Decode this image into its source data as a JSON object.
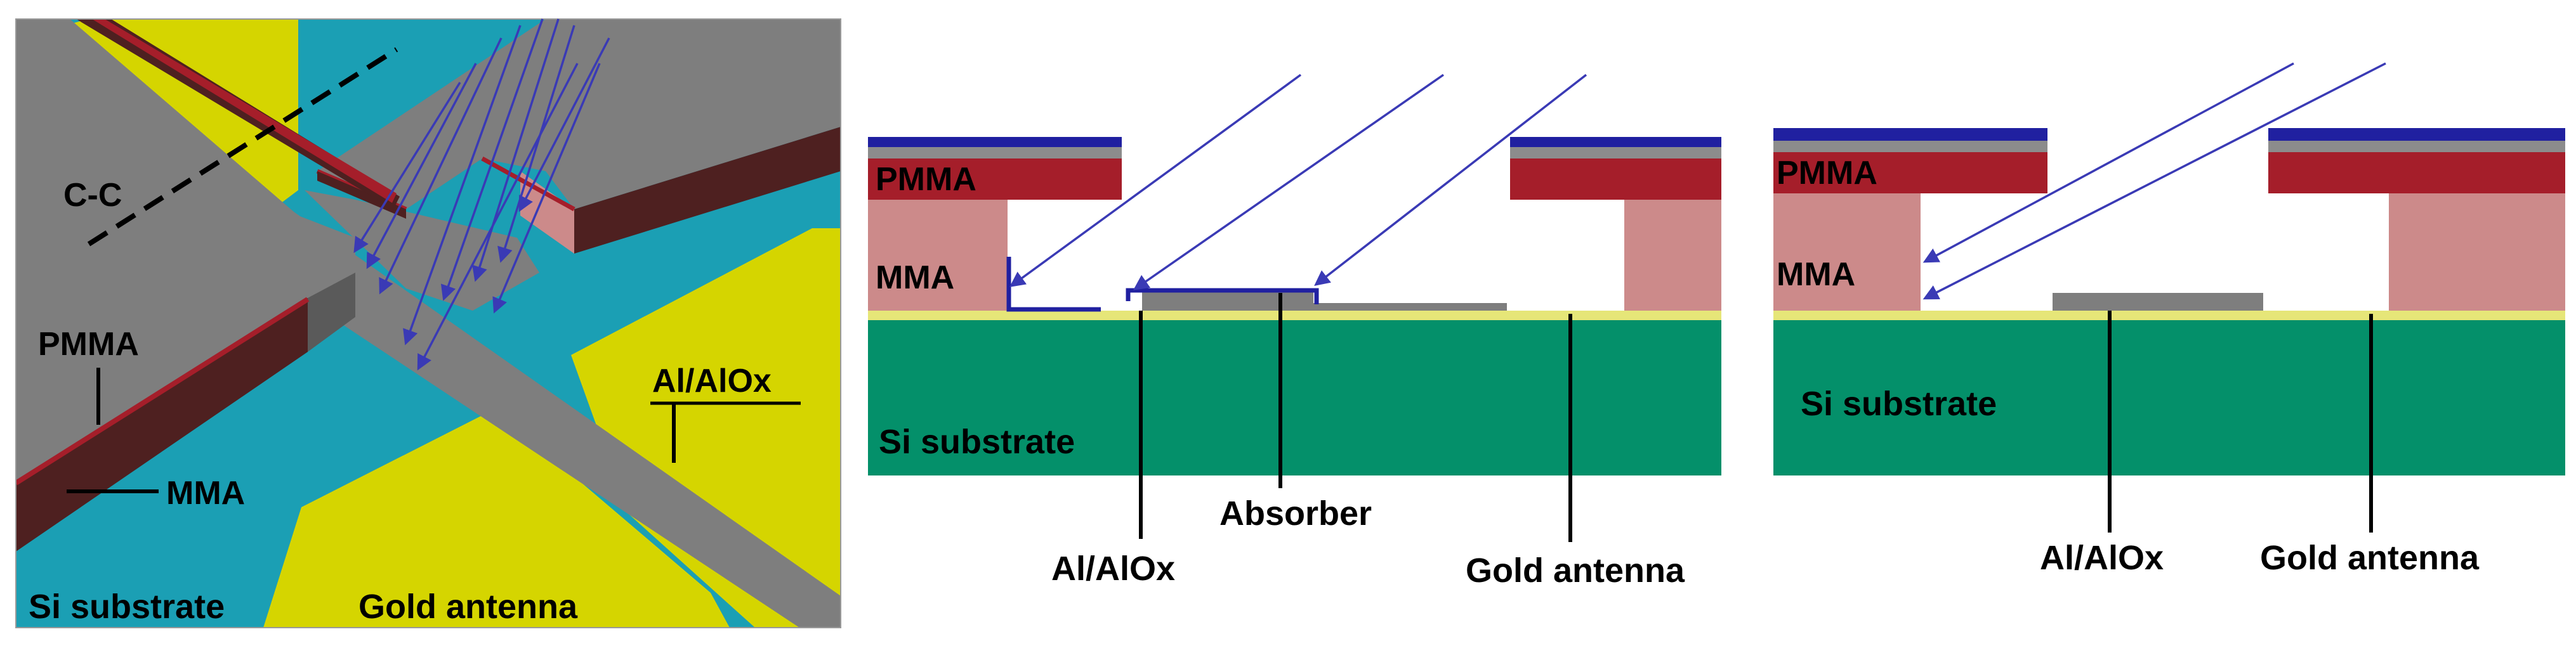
{
  "colors": {
    "teal": "#1B9FB4",
    "yellow": "#D5D500",
    "gray": "#7E7E7E",
    "dark_gray": "#5A5A5A",
    "maroon": "#4E2020",
    "red": "#A51E2A",
    "pink": "#CC8A8A",
    "green": "#04906A",
    "blue": "#3A3AB5",
    "navy": "#2020A0",
    "light_yellow": "#E6E678"
  },
  "panel_3d": {
    "label_cc": "C-C",
    "label_pmma": "PMMA",
    "label_mma": "MMA",
    "label_al": "Al/AlOx",
    "label_substrate": "Si substrate",
    "label_gold": "Gold antenna"
  },
  "panel_section_1": {
    "label_pmma": "PMMA",
    "label_mma": "MMA",
    "label_substrate": "Si substrate",
    "label_al": "Al/AlOx",
    "label_absorber": "Absorber",
    "label_gold": "Gold antenna"
  },
  "panel_section_2": {
    "label_pmma": "PMMA",
    "label_mma": "MMA",
    "label_substrate": "Si substrate",
    "label_al": "Al/AlOx",
    "label_gold": "Gold antenna"
  }
}
